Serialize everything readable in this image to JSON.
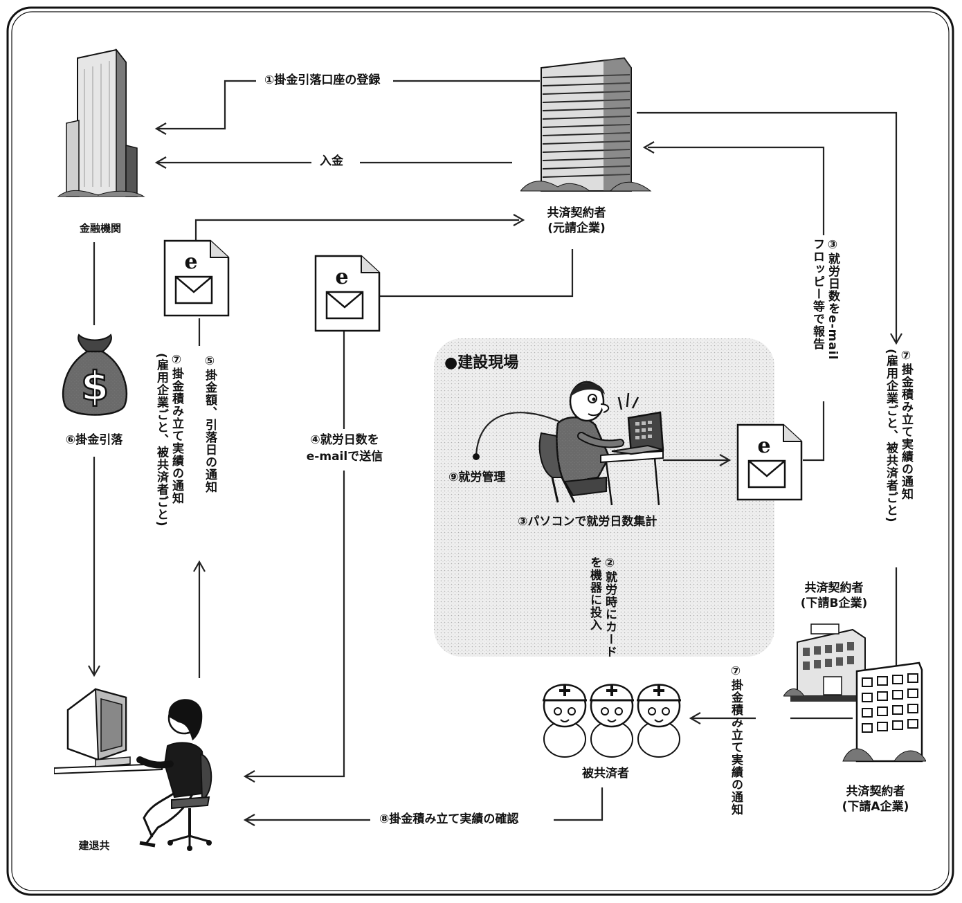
{
  "labels": {
    "bank": "金融機関",
    "kentaikyo": "建退共",
    "prime_contractor": "共済契約者",
    "prime_contractor_sub": "(元請企業)",
    "sub_b": "共済契約者",
    "sub_b_sub": "(下請B企業)",
    "sub_a": "共済契約者",
    "sub_a_sub": "(下請A企業)",
    "insured": "被共済者",
    "site_title": "建設現場"
  },
  "steps": {
    "s1": "①掛金引落口座の登録",
    "deposit": "入金",
    "s2_line1": "②就労時にカード",
    "s2_line2": "を機器に投入",
    "s3_pc": "③パソコンで就労日数集計",
    "s3_report_line1": "③就労日数をe-mail",
    "s3_report_line2": "フロッピー等で報告",
    "s4_line1": "④就労日数を",
    "s4_line2": "e-mailで送信",
    "s5": "⑤掛金額、引落日の通知",
    "s6": "⑥掛金引落",
    "s7_left_line1": "⑦掛金積み立て実績の通知",
    "s7_left_line2": "(雇用企業ごと、被共済者ごと)",
    "s7_right_line1": "⑦掛金積み立て実績の通知",
    "s7_right_line2": "(雇用企業ごと、被共済者ごと)",
    "s7_bottom": "⑦掛金積み立て実績の通知",
    "s8": "⑧掛金積み立て実績の確認",
    "s9": "⑨就労管理"
  },
  "icons": {
    "bank_building": "tower-building-icon",
    "prime_building": "office-building-icon",
    "email_doc": "email-document-icon",
    "money_bag": "money-bag-icon",
    "dollar_sign": "$",
    "email_glyph": "e",
    "operator": "computer-operator-icon",
    "site_worker": "laptop-worker-icon",
    "workers": "construction-workers-icon",
    "sub_buildings": "subcontractor-buildings-icon"
  }
}
